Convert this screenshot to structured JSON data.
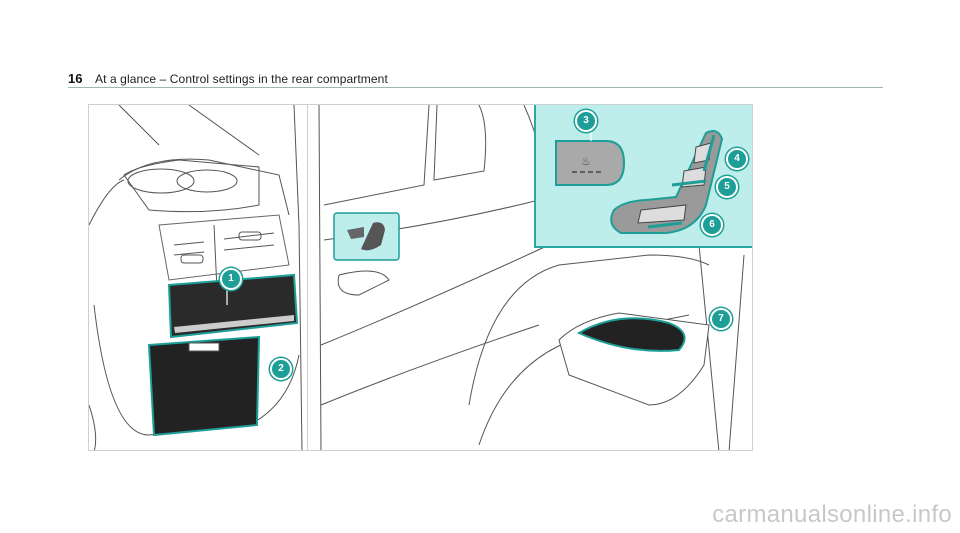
{
  "header": {
    "page_number": "16",
    "title": "At a glance – Control settings in the rear compartment"
  },
  "figure": {
    "callouts": [
      {
        "n": "1",
        "label": "rear-vent-control-panel"
      },
      {
        "n": "2",
        "label": "storage-compartment"
      },
      {
        "n": "3",
        "label": "seat-heating-button"
      },
      {
        "n": "4",
        "label": "backrest-angle-adjust"
      },
      {
        "n": "5",
        "label": "seat-height-adjust"
      },
      {
        "n": "6",
        "label": "seat-fore-aft-adjust"
      },
      {
        "n": "7",
        "label": "rear-cup-holder"
      }
    ],
    "accent_color": "#1d9e96",
    "inset_bg_color": "#bdeeec"
  },
  "watermark": "carmanualsonline.info"
}
